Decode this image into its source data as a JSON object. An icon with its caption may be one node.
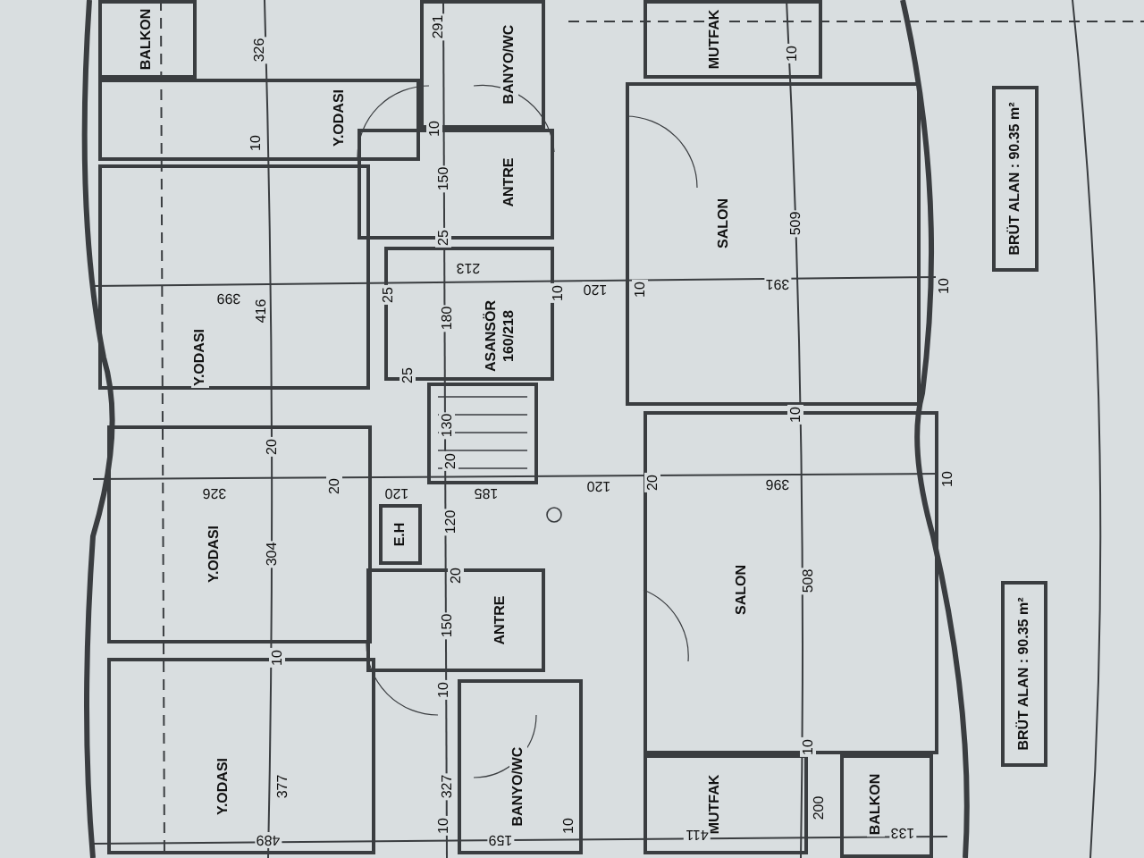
{
  "diagram": {
    "nodes": [
      {
        "text": [
          "BALKON"
        ]
      },
      {
        "text": [
          "Y.ODASI"
        ]
      },
      {
        "text": [
          "BANYO/WC"
        ]
      },
      {
        "text": [
          "MUTFAK"
        ]
      },
      {
        "text": [
          "ANTRE"
        ]
      },
      {
        "text": [
          "SALON"
        ]
      },
      {
        "text": [
          "Y.ODASI"
        ]
      },
      {
        "text": [
          "ASANSÖR",
          "160/218"
        ]
      },
      {
        "text": [
          "BRÜT ALAN : 90.35 m²"
        ]
      },
      {
        "text": [
          "E.H"
        ]
      },
      {
        "text": [
          "Y.ODASI"
        ]
      },
      {
        "text": [
          "ANTRE"
        ]
      },
      {
        "text": [
          "SALON"
        ]
      },
      {
        "text": [
          "Y.ODASI"
        ]
      },
      {
        "text": [
          "BANYO/WC"
        ]
      },
      {
        "text": [
          "MUTFAK"
        ]
      },
      {
        "text": [
          "BALKON"
        ]
      },
      {
        "text": [
          "BRÜT ALAN : 90.35 m²"
        ]
      }
    ],
    "labels": [
      "326",
      "291",
      "10",
      "10",
      "10",
      "150",
      "25",
      "509",
      "399",
      "416",
      "25",
      "180",
      "213",
      "10",
      "120",
      "10",
      "391",
      "10",
      "25",
      "10",
      "20",
      "130",
      "20",
      "326",
      "20",
      "120",
      "120",
      "185",
      "120",
      "20",
      "396",
      "10",
      "304",
      "20",
      "508",
      "10",
      "150",
      "10",
      "377",
      "327",
      "10",
      "200",
      "489",
      "10",
      "159",
      "10",
      "411",
      "133"
    ]
  }
}
